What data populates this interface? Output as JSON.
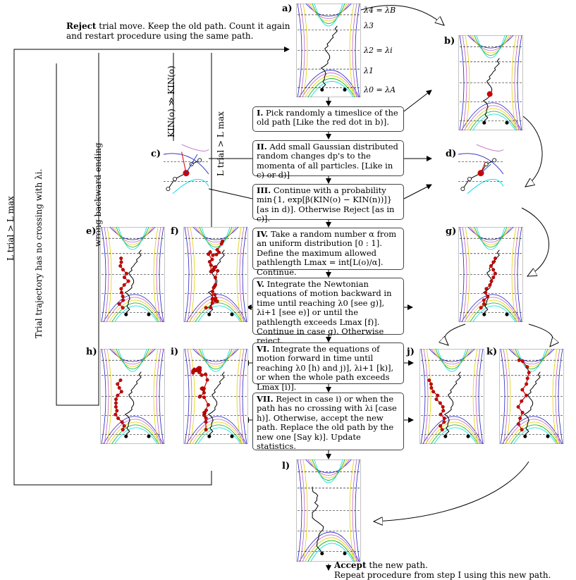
{
  "panel_labels": {
    "a": "a)",
    "b": "b)",
    "c": "c)",
    "d": "d)",
    "e": "e)",
    "f": "f)",
    "g": "g)",
    "h": "h)",
    "i": "i)",
    "j": "j)",
    "k": "k)",
    "l": "l)"
  },
  "lambdas": {
    "l4": "λ4 = λB",
    "l3": "λ3",
    "l2": "λ2 = λi",
    "l1": "λ1",
    "l0": "λ0 = λA"
  },
  "reject_note": {
    "bold": "Reject",
    "line1": " trial move. Keep the old path. Count it again",
    "line2": "and restart procedure using the same path."
  },
  "vertical_notes": {
    "no_crossing": "Trial trajectory has no crossing with λi.",
    "ltrial_left": "L trial > L max",
    "wrong_backward": "wrong backward ending",
    "kin": "KIN(o) ≫ KIN(o)",
    "ltrial_right": "L trial > L max"
  },
  "steps": [
    {
      "num": "I.",
      "text": "Pick randomly a timeslice of the old path [Like the red dot in b)]."
    },
    {
      "num": "II.",
      "text": "Add small Gaussian distributed random changes dp's to the momenta of all particles. [Like in c) or d)]"
    },
    {
      "num": "III.",
      "text": "Continue with a probability min{1, exp[β(KIN(o) − KIN(n))]} [as in d)]. Otherwise Reject [as in c)]."
    },
    {
      "num": "IV.",
      "text": "Take a random number α from an uniform distribution [0 : 1]. Define the maximum allowed pathlength Lmax = int[L(o)/α]. Continue."
    },
    {
      "num": "V.",
      "text": "Integrate the Newtonian equations of motion backward in time until reaching λ0 [see g)], λi+1 [see e)] or until the pathlength exceeds Lmax [f)]. Continue in case g). Otherwise reject."
    },
    {
      "num": "VI.",
      "text": "Integrate the equations of motion forward in time until reaching λ0 [h) and j)], λi+1 [k)], or when the whole path exceeds Lmax [i)]."
    },
    {
      "num": "VII.",
      "text": "Reject in case i) or when the path has no crossing with λi [case h)]. Otherwise, accept the new path. Replace the old path by the new one [Say k)]. Update statistics."
    }
  ],
  "accept_note": {
    "bold": "Accept",
    "line1": " the new path.",
    "line2": "Repeat procedure from step I using this new path."
  },
  "colors": {
    "contour1": "#00d8e8",
    "contour2": "#00b000",
    "contour3": "#e0d000",
    "contour4": "#c060c0",
    "contour5": "#2020c0",
    "path_red": "#cc0000"
  }
}
